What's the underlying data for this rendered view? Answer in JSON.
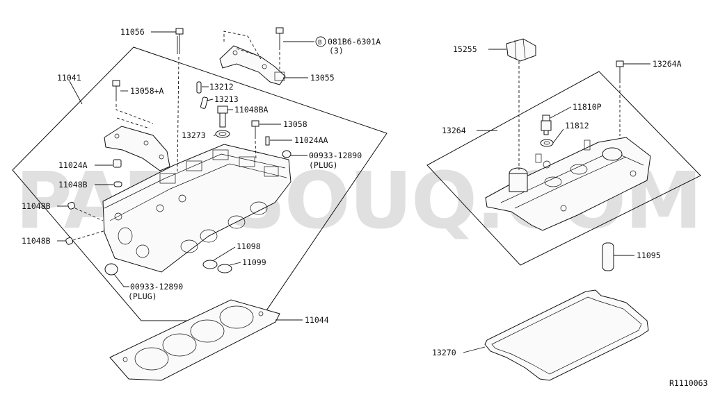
{
  "watermark": "PARTSOUQ.COM",
  "diagram_ref": "R1110063",
  "labels": {
    "p11056": "11056",
    "p08186": "081B6-6301A",
    "p08186_qty": "(3)",
    "p08186_circle": "B",
    "p13055": "13055",
    "p11041": "11041",
    "p13058a": "13058+A",
    "p13212": "13212",
    "p13213": "13213",
    "p11048ba": "11048BA",
    "p13273": "13273",
    "p13058": "13058",
    "p11024aa": "11024AA",
    "p00933a": "00933-12890",
    "p00933a_note": "(PLUG)",
    "p11024a": "11024A",
    "p11048b_1": "11048B",
    "p11048b_2": "11048B",
    "p11048b_3": "11048B",
    "p11098": "11098",
    "p11099": "11099",
    "p00933b": "00933-12890",
    "p00933b_note": "(PLUG)",
    "p11044": "11044",
    "p15255": "15255",
    "p13264a": "13264A",
    "p11810p": "11810P",
    "p13264": "13264",
    "p11812": "11812",
    "p11095": "11095",
    "p13270": "13270"
  }
}
